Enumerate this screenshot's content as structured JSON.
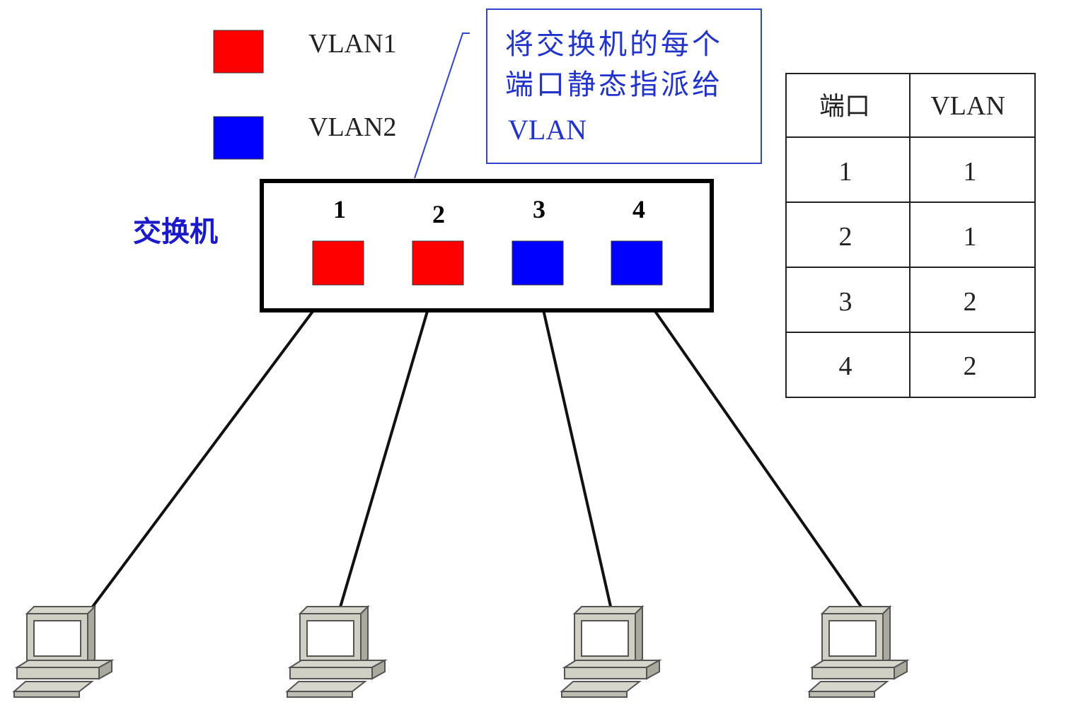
{
  "legend": [
    {
      "label": "VLAN1",
      "color": "#ff0000"
    },
    {
      "label": "VLAN2",
      "color": "#0000ff"
    }
  ],
  "callout": {
    "lines": [
      "将交换机的每个",
      "端口静态指派给",
      "VLAN"
    ],
    "color": "#2233cc"
  },
  "switch": {
    "label": "交换机",
    "label_color": "#1a1ac8",
    "ports": [
      {
        "number": "1",
        "vlan": 1
      },
      {
        "number": "2",
        "vlan": 1
      },
      {
        "number": "3",
        "vlan": 2
      },
      {
        "number": "4",
        "vlan": 2
      }
    ]
  },
  "table": {
    "headers": [
      "端口",
      "VLAN"
    ],
    "rows": [
      [
        "1",
        "1"
      ],
      [
        "2",
        "1"
      ],
      [
        "3",
        "2"
      ],
      [
        "4",
        "2"
      ]
    ]
  },
  "computers": [
    "computer",
    "computer",
    "computer",
    "computer"
  ]
}
